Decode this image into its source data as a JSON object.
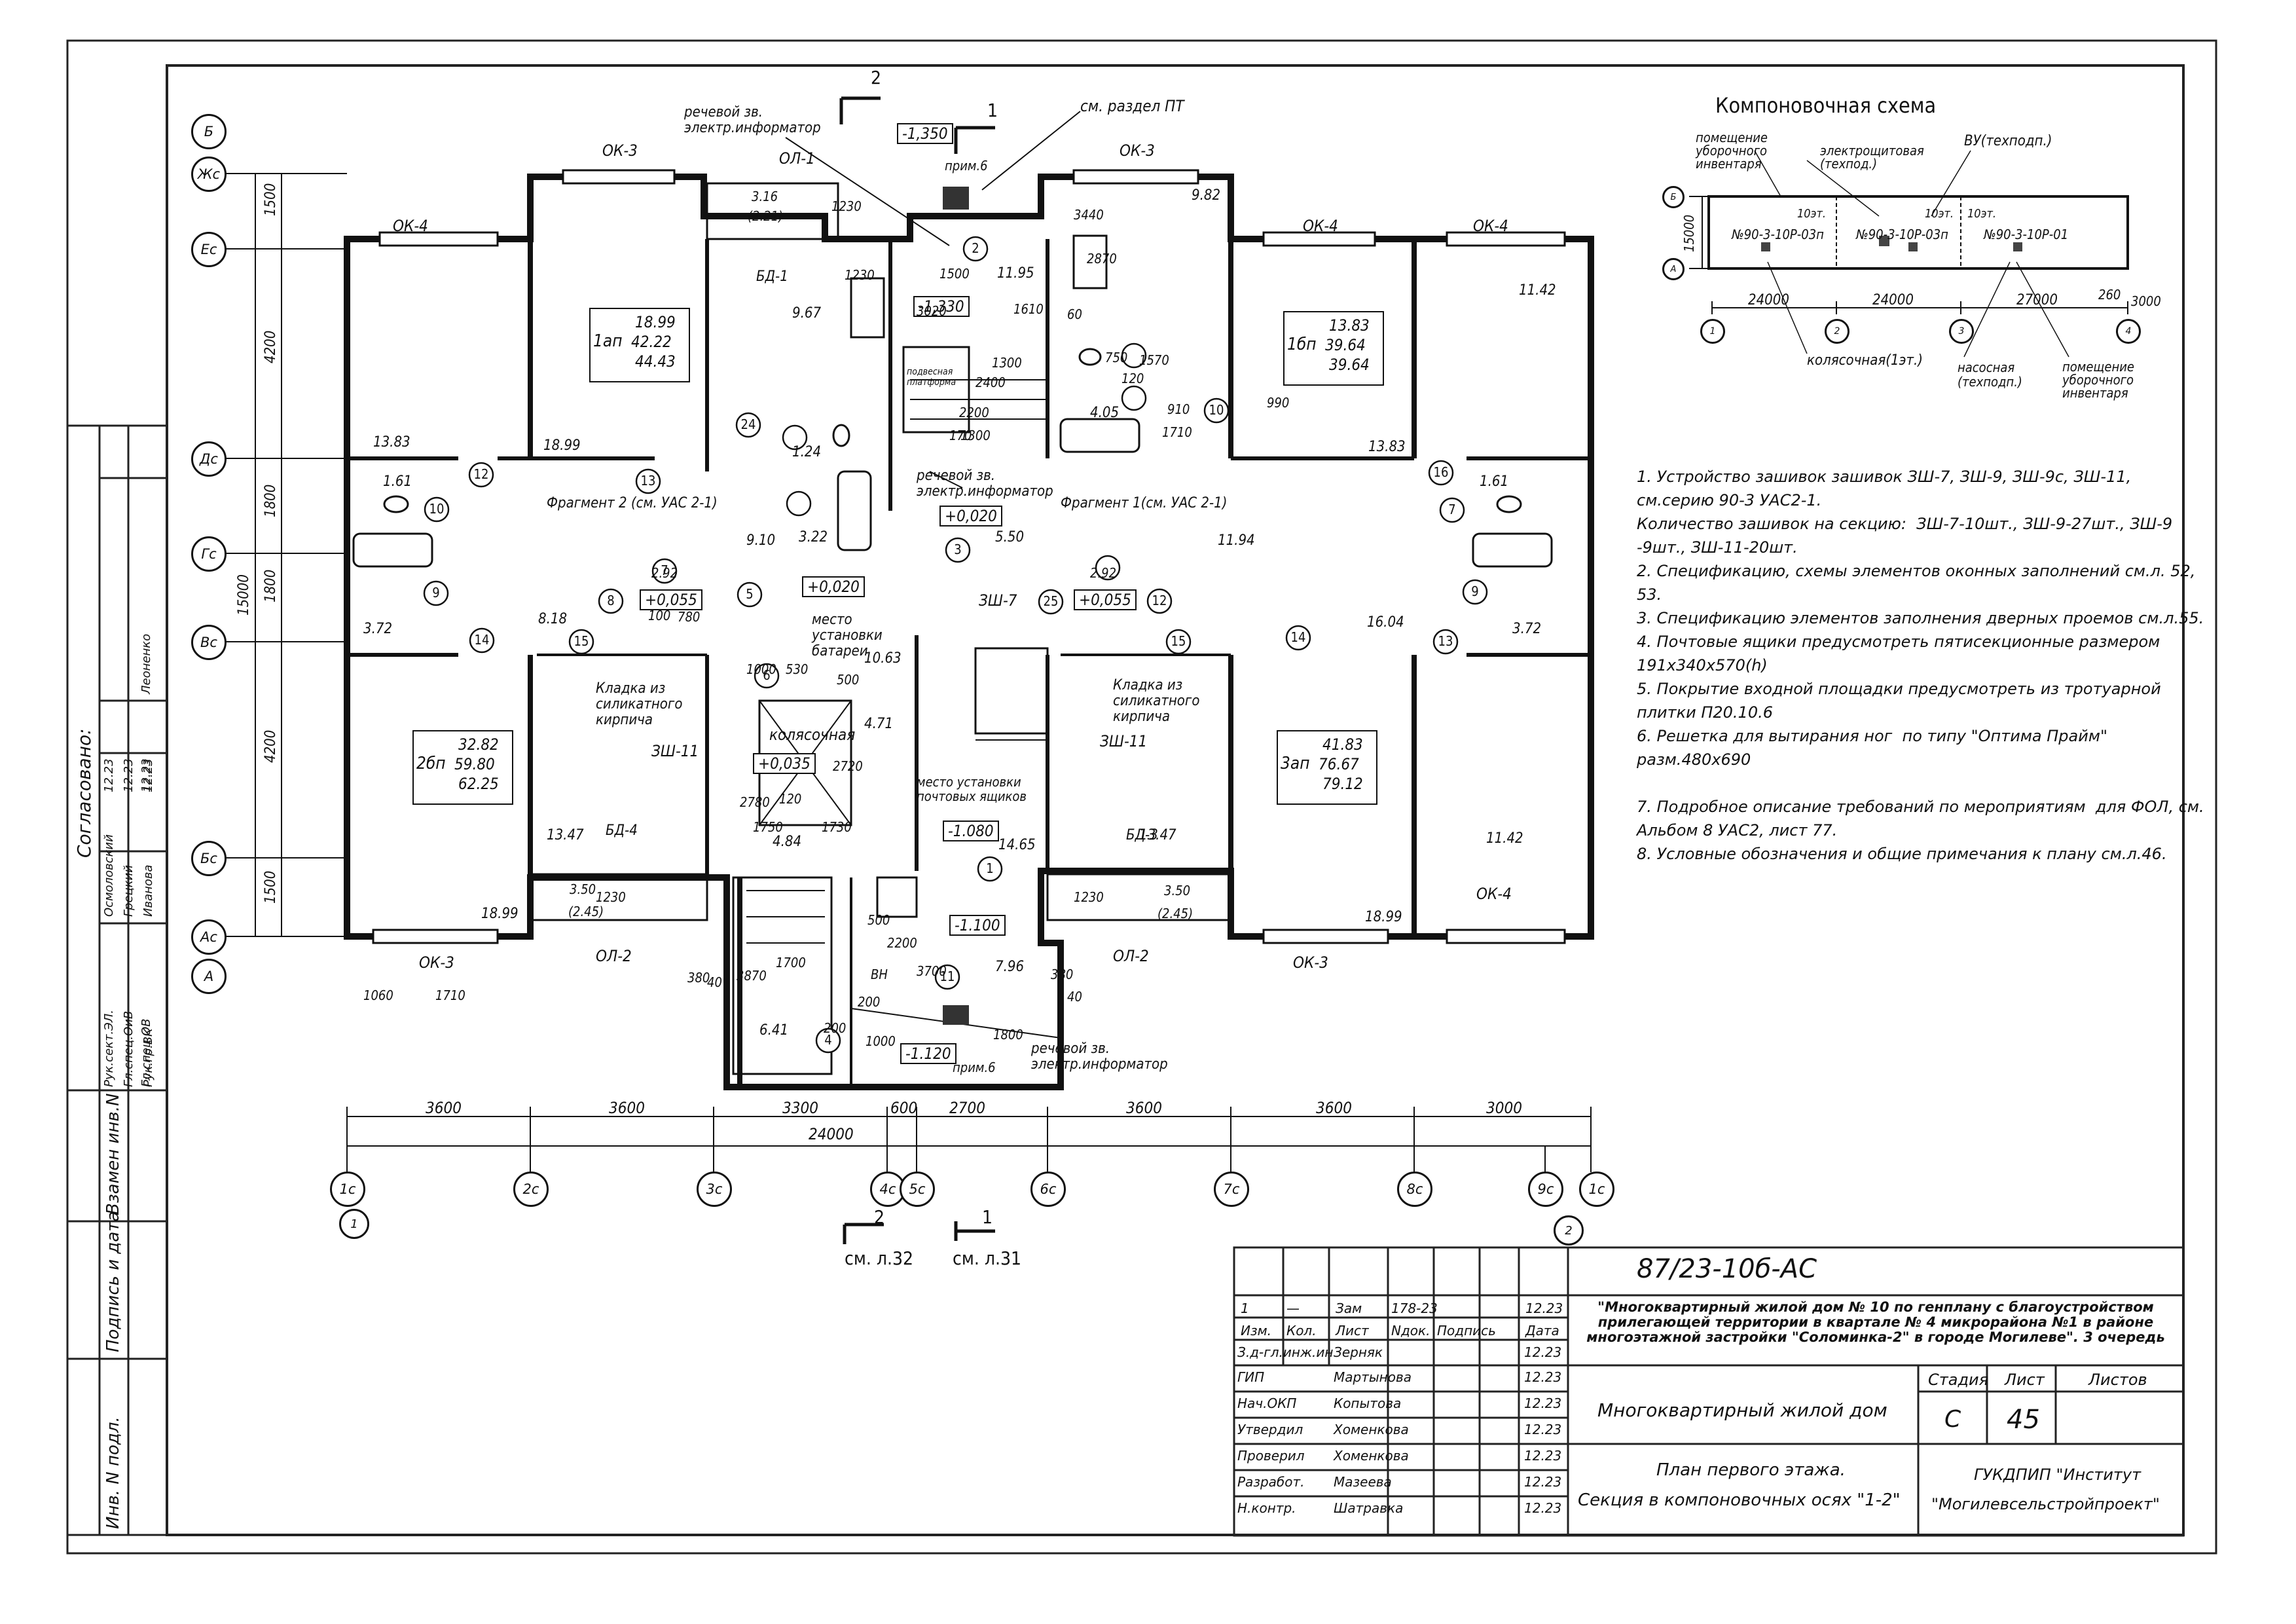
{
  "drawing": {
    "code": "87/23-10б-АС",
    "project_title": "\"Многоквартирный жилой дом № 10 по генплану с благоустройством прилегающей территории в квартале № 4 микрорайона №1 в районе многоэтажной застройки \"Соломинка-2\" в городе Могилеве\". 3 очередь",
    "building": "Многоквартирный жилой дом",
    "sheet_title_1": "План первого этажа.",
    "sheet_title_2": "Секция в компоновочных осях \"1-2\"",
    "organization_1": "ГУКДПИП \"Институт",
    "organization_2": "\"Могилевсельстройпроект\"",
    "stage_label": "Стадия",
    "sheet_label": "Лист",
    "sheets_label": "Листов",
    "stage": "С",
    "sheet": "45",
    "sheets": ""
  },
  "title_block": {
    "revision": [
      "1",
      "—",
      "Зам",
      "178-23",
      "",
      "12.23"
    ],
    "headers": [
      "Изм.",
      "Кол.",
      "Лист",
      "Nдок.",
      "Подпись",
      "Дата"
    ],
    "signers": [
      {
        "role": "З.д-гл.инж.ин",
        "name": "Зерняк",
        "date": "12.23"
      },
      {
        "role": "ГИП",
        "name": "Мартынова",
        "date": "12.23"
      },
      {
        "role": "Нач.ОКП",
        "name": "Копытова",
        "date": "12.23"
      },
      {
        "role": "Утвердил",
        "name": "Хоменкова",
        "date": "12.23"
      },
      {
        "role": "Проверил",
        "name": "Хоменкова",
        "date": "12.23"
      },
      {
        "role": "Разработ.",
        "name": "Мазеева",
        "date": "12.23"
      },
      {
        "role": "Н.контр.",
        "name": "Шатравка",
        "date": "12.23"
      }
    ]
  },
  "side_stamp": {
    "agreed": "Согласовано:",
    "rows": [
      {
        "role": "Рук.сект.ЭЛ.",
        "name": "Осмоловский",
        "date": "12.23"
      },
      {
        "role": "Гл.спец.ОиВ",
        "name": "Грецкий",
        "date": "12.23"
      },
      {
        "role": "Рук.гр.ВК",
        "name": "Иванова",
        "date": "12.23"
      },
      {
        "role": "Гл.спец.ОВ",
        "name": "Леоненко",
        "date": "12.23"
      }
    ],
    "fields": [
      "Взамен инв.N",
      "Подпись и дата",
      "Инв. N подл."
    ]
  },
  "scheme": {
    "title": "Компоновочная схема",
    "labels": [
      "помещение уборочного инвентаря",
      "электрощитовая (техпод.)",
      "ВУ(техподп.)",
      "колясочная(1эт.)",
      "насосная (техподп.)",
      "помещение уборочного инвентаря"
    ],
    "sections": [
      "№90-3-10Р-03п",
      "№90-3-10Р-03п",
      "№90-3-10Р-01"
    ],
    "dims": [
      "24000",
      "24000",
      "27000",
      "260",
      "3000",
      "15000"
    ],
    "axes": [
      "1",
      "2",
      "3",
      "4",
      "Б",
      "А"
    ],
    "floors": [
      "10эт.",
      "10эт.",
      "10эт."
    ]
  },
  "notes": [
    "1. Устройство зашивок зашивок ЗШ-7, ЗШ-9, ЗШ-9с, ЗШ-11, см.серию 90-3 УАС2-1.",
    "Количество зашивок на секцию:  ЗШ-7-10шт., ЗШ-9-27шт., ЗШ-9 -9шт., ЗШ-11-20шт.",
    "2. Спецификацию, схемы элементов оконных заполнений см.л. 52, 53.",
    "3. Спецификацию элементов заполнения дверных проемов см.л.55.",
    "4. Почтовые ящики предусмотреть пятисекционные размером 191х340х570(h)",
    "5. Покрытие входной площадки предусмотреть из тротуарной плитки П20.10.6",
    "6. Решетка для вытирания ног  по типу \"Оптима Прайм\" разм.480х690",
    "",
    "7. Подробное описание требований по мероприятиям  для ФОЛ, см. Альбом 8 УАС2, лист 77.",
    "8. Условные обозначения и общие примечания к плану см.л.46."
  ],
  "plan": {
    "row_axes": [
      "Б",
      "Жс",
      "Ес",
      "Дс",
      "Гс",
      "Вс",
      "Бс",
      "Ас",
      "А"
    ],
    "col_axes": [
      "1с",
      "2с",
      "3с",
      "4с",
      "5с",
      "6с",
      "7с",
      "8с",
      "9с",
      "1с"
    ],
    "main_axes": [
      "1",
      "2"
    ],
    "dims_bottom": [
      "3600",
      "3600",
      "3300",
      "600",
      "2700",
      "3600",
      "3600",
      "3000"
    ],
    "dim_total": "24000",
    "dims_left": [
      "1500",
      "4200",
      "1800",
      "1800",
      "4200",
      "1500"
    ],
    "dim_left_total": "15000",
    "apartments": [
      {
        "name": "1ап",
        "v1": "18.99",
        "v2": "42.22",
        "v3": "44.43"
      },
      {
        "name": "1бп",
        "v1": "13.83",
        "v2": "39.64",
        "v3": "39.64"
      },
      {
        "name": "2бп",
        "v1": "32.82",
        "v2": "59.80",
        "v3": "62.25"
      },
      {
        "name": "3ап",
        "v1": "41.83",
        "v2": "76.67",
        "v3": "79.12"
      }
    ],
    "room_areas": [
      "13.83",
      "18.99",
      "11.42",
      "13.83",
      "9.10",
      "11.94",
      "3.22",
      "1.61",
      "1.61",
      "3.72",
      "3.72",
      "8.18",
      "16.04",
      "13.47",
      "13.47",
      "18.99",
      "18.99",
      "11.42",
      "9.67",
      "9.82",
      "4.05",
      "1.24",
      "5.50",
      "10.63",
      "4.71",
      "4.84",
      "14.65",
      "7.96",
      "6.41",
      "11.95"
    ],
    "window_marks": [
      "ОК-3",
      "ОК-4",
      "ОЛ-1",
      "ОК-3",
      "ОК-4",
      "ОК-4",
      "ОК-3",
      "ОЛ-2",
      "ОЛ-2",
      "ОК-3",
      "ОК-4"
    ],
    "balcony_doors": [
      "БД-1",
      "БД-4",
      "БД-3"
    ],
    "levels": [
      "-1,350",
      "-1,330",
      "+0,020",
      "+0,055",
      "+0,055",
      "+0,020",
      "+0,035",
      "-1.080",
      "-1.100",
      "-1.120"
    ],
    "door_marks": [
      "2",
      "13",
      "12",
      "10",
      "9",
      "7",
      "8",
      "15",
      "14",
      "5",
      "6",
      "4",
      "3",
      "1",
      "11",
      "16",
      "10",
      "9",
      "7",
      "12",
      "13",
      "14",
      "15",
      "25",
      "24"
    ],
    "labels": [
      "речевой зв. электр.информатор",
      "см. раздел ПТ",
      "прим.6",
      "подвесная платформа",
      "речевой зв. электр.информатор",
      "Фрагмент 2 (см. УАС 2-1)",
      "Фрагмент 1(см. УАС 2-1)",
      "место установки батареи",
      "колясочная",
      "Кладка из силикатного кирпича",
      "Кладка из силикатного кирпича",
      "ЗШ-11",
      "ЗШ-11",
      "ЗШ-7",
      "место установки почтовых ящиков",
      "речевой зв. электр.информатор",
      "прим.6",
      "ВН"
    ],
    "section_marks": [
      {
        "num": "2",
        "ref": "см. л.32"
      },
      {
        "num": "1",
        "ref": "см. л.31"
      }
    ],
    "small_dims": [
      "1230",
      "1230",
      "3440",
      "2870",
      "1500",
      "3020",
      "1610",
      "1300",
      "2400",
      "2200",
      "170",
      "1300",
      "750",
      "1570",
      "910",
      "1710",
      "120",
      "990",
      "100",
      "780",
      "1000",
      "530",
      "500",
      "120",
      "2780",
      "1750",
      "1730",
      "2720",
      "1230",
      "1230",
      "2200",
      "500",
      "3700",
      "200",
      "200",
      "1000",
      "1800",
      "380",
      "380",
      "40",
      "40",
      "3870",
      "1700",
      "1060",
      "1710",
      "3.16",
      "(2.21)",
      "3.50",
      "(2.45)",
      "3.50",
      "(2.45)",
      "60",
      "2.92",
      "2.92"
    ]
  }
}
